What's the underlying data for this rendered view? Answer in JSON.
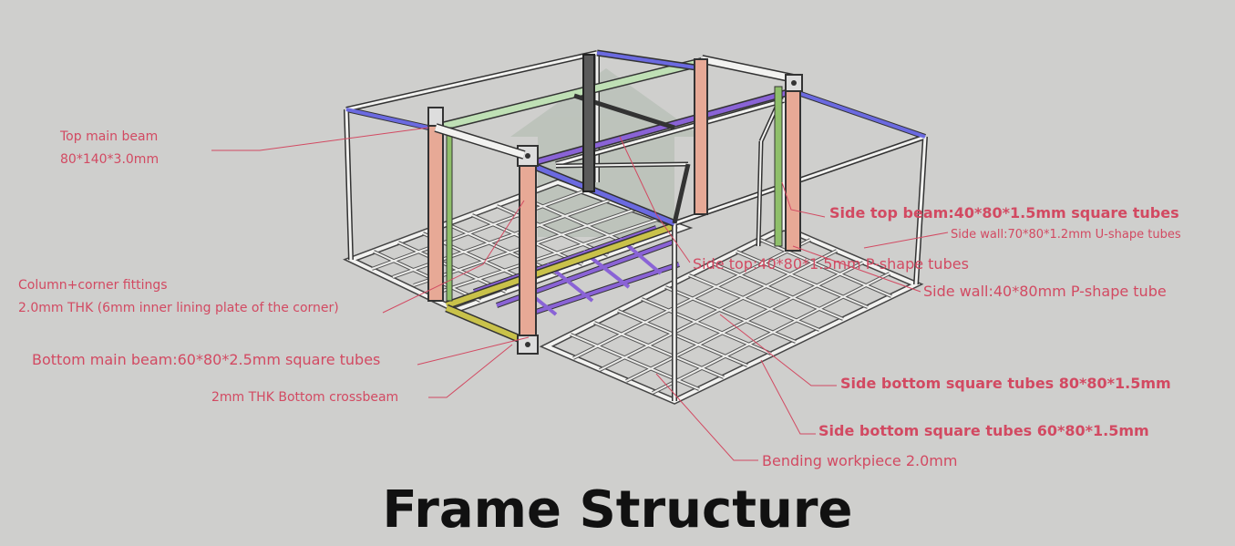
{
  "labels": {
    "top_main_beam": "Top main beam",
    "top_main_beam_spec": "80*140*3.0mm",
    "column_corner": "Column+corner fittings",
    "column_corner_spec": "2.0mm THK (6mm inner lining plate of the corner)",
    "bottom_main_beam": "Bottom main beam:60*80*2.5mm square tubes",
    "bottom_crossbeam": "2mm THK Bottom crossbeam",
    "side_top_beam": "Side top beam:40*80*1.5mm square tubes",
    "side_wall_u": "Side wall:70*80*1.2mm U-shape tubes",
    "side_top_p": "Side top:40*80*1.5mm P-shape tubes",
    "side_wall_p": "Side wall:40*80mm P-shape tube",
    "side_bottom_80": "Side bottom square tubes 80*80*1.5mm",
    "side_bottom_60": "Side bottom square tubes 60*80*1.5mm",
    "bending_workpiece": "Bending workpiece 2.0mm"
  },
  "title": "Frame Structure",
  "colors": {
    "background": "#cfcfcd",
    "label": "#d24a62",
    "title": "#111111",
    "frame": "#f2f2f0",
    "top_beam": "#6b6ae0",
    "column": "#e7a996",
    "green_beam": "#bfe0b5",
    "bottom_beam": "#c9c24a",
    "crossbeam": "#8a63d6"
  }
}
